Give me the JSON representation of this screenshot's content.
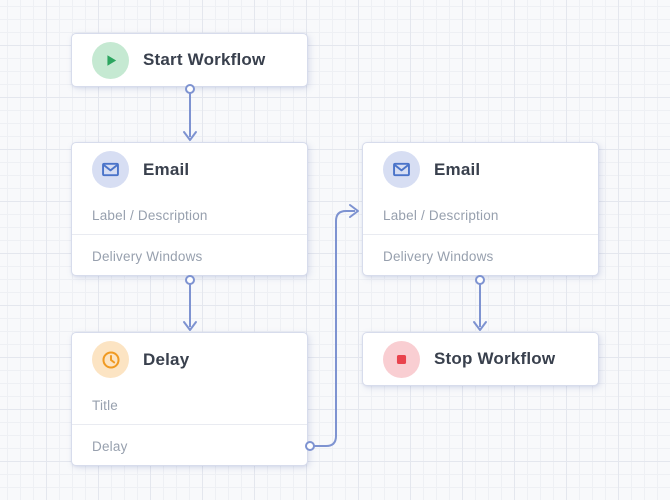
{
  "canvas": {
    "type": "workflow-builder-canvas",
    "grid": "on"
  },
  "colors": {
    "canvas_bg": "#f8f9fb",
    "grid_minor": "#eef0f4",
    "grid_major": "#e4e7ee",
    "card_bg": "#ffffff",
    "card_border": "#d7dcec",
    "title_text": "#39404d",
    "muted_text": "#97a0ae",
    "divider": "#e9ebf1",
    "connector": "#7e93d1",
    "start_icon_bg": "#c5e9d2",
    "start_icon": "#2ba55f",
    "email_icon_bg": "#d7def3",
    "email_icon": "#4b74c9",
    "delay_icon_bg": "#fce4c3",
    "delay_icon": "#f09a22",
    "stop_icon_bg": "#f9ced2",
    "stop_icon": "#e9434d"
  },
  "nodes": {
    "start": {
      "title": "Start Workflow",
      "icon": "play-icon"
    },
    "email_left": {
      "title": "Email",
      "label": "Label / Description",
      "footer": "Delivery Windows",
      "icon": "envelope-icon"
    },
    "email_right": {
      "title": "Email",
      "label": "Label / Description",
      "footer": "Delivery Windows",
      "icon": "envelope-icon"
    },
    "delay": {
      "title": "Delay",
      "label": "Title",
      "footer": "Delay",
      "icon": "clock-icon"
    },
    "stop": {
      "title": "Stop Workflow",
      "icon": "stop-icon"
    }
  },
  "connections": [
    {
      "from": "start",
      "to": "email_left",
      "shape": "straight-down-arrow"
    },
    {
      "from": "email_left",
      "to": "delay",
      "shape": "straight-down-arrow"
    },
    {
      "from": "delay",
      "to": "email_right",
      "shape": "right-up-right-arrow"
    },
    {
      "from": "email_right",
      "to": "stop",
      "shape": "straight-down-arrow"
    }
  ]
}
